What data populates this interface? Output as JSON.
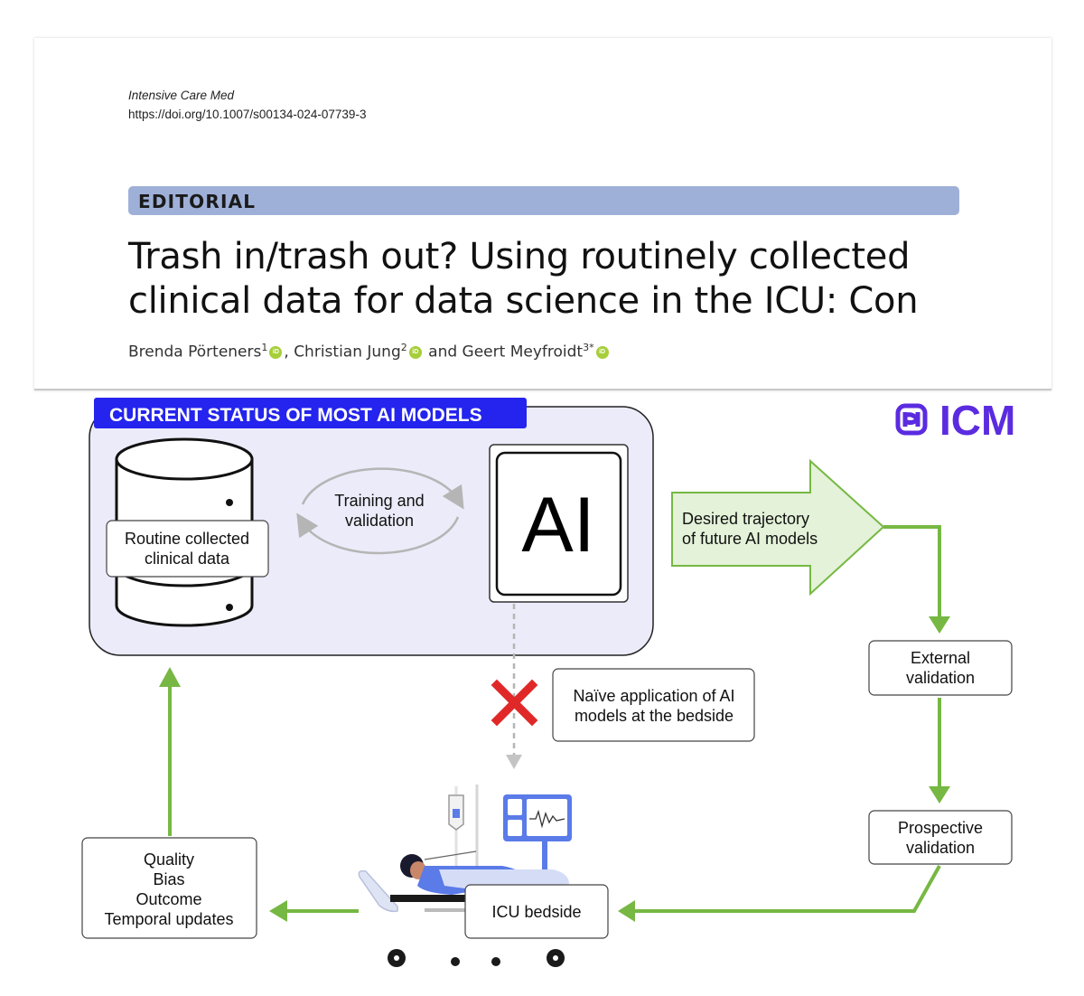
{
  "paper": {
    "journal": "Intensive Care Med",
    "doi": "https://doi.org/10.1007/s00134-024-07739-3",
    "section": "EDITORIAL",
    "title_line1": "Trash in/trash out? Using routinely collected",
    "title_line2": "clinical data for data science in the ICU: Con",
    "authors": [
      {
        "name": "Brenda Pörteners",
        "affiliation": "1"
      },
      {
        "name": "Christian Jung",
        "affiliation": "2"
      },
      {
        "name": "Geert Meyfroidt",
        "affiliation": "3*"
      }
    ],
    "author_join": "and",
    "orcid_mark": "iD"
  },
  "figure": {
    "status_title": "CURRENT STATUS OF MOST AI MODELS",
    "logo_text": "ICM",
    "db_label_1": "Routine collected",
    "db_label_2": "clinical data",
    "training_1": "Training and",
    "training_2": "validation",
    "ai_label": "AI",
    "trajectory_1": "Desired trajectory",
    "trajectory_2": "of future AI models",
    "external_1": "External",
    "external_2": "validation",
    "naive_1": "Naïve application of AI",
    "naive_2": "models at the bedside",
    "prospective_1": "Prospective",
    "prospective_2": "validation",
    "quality_lines": [
      "Quality",
      "Bias",
      "Outcome",
      "Temporal updates"
    ],
    "bedside": "ICU bedside",
    "colors": {
      "green": "#76b843",
      "green_fill": "#e3f2d8",
      "panel_fill": "#ebebf9",
      "title_bg": "#2424ee",
      "logo": "#5b2be0",
      "red_x": "#e02828",
      "equipment": "#5a7be8"
    }
  }
}
